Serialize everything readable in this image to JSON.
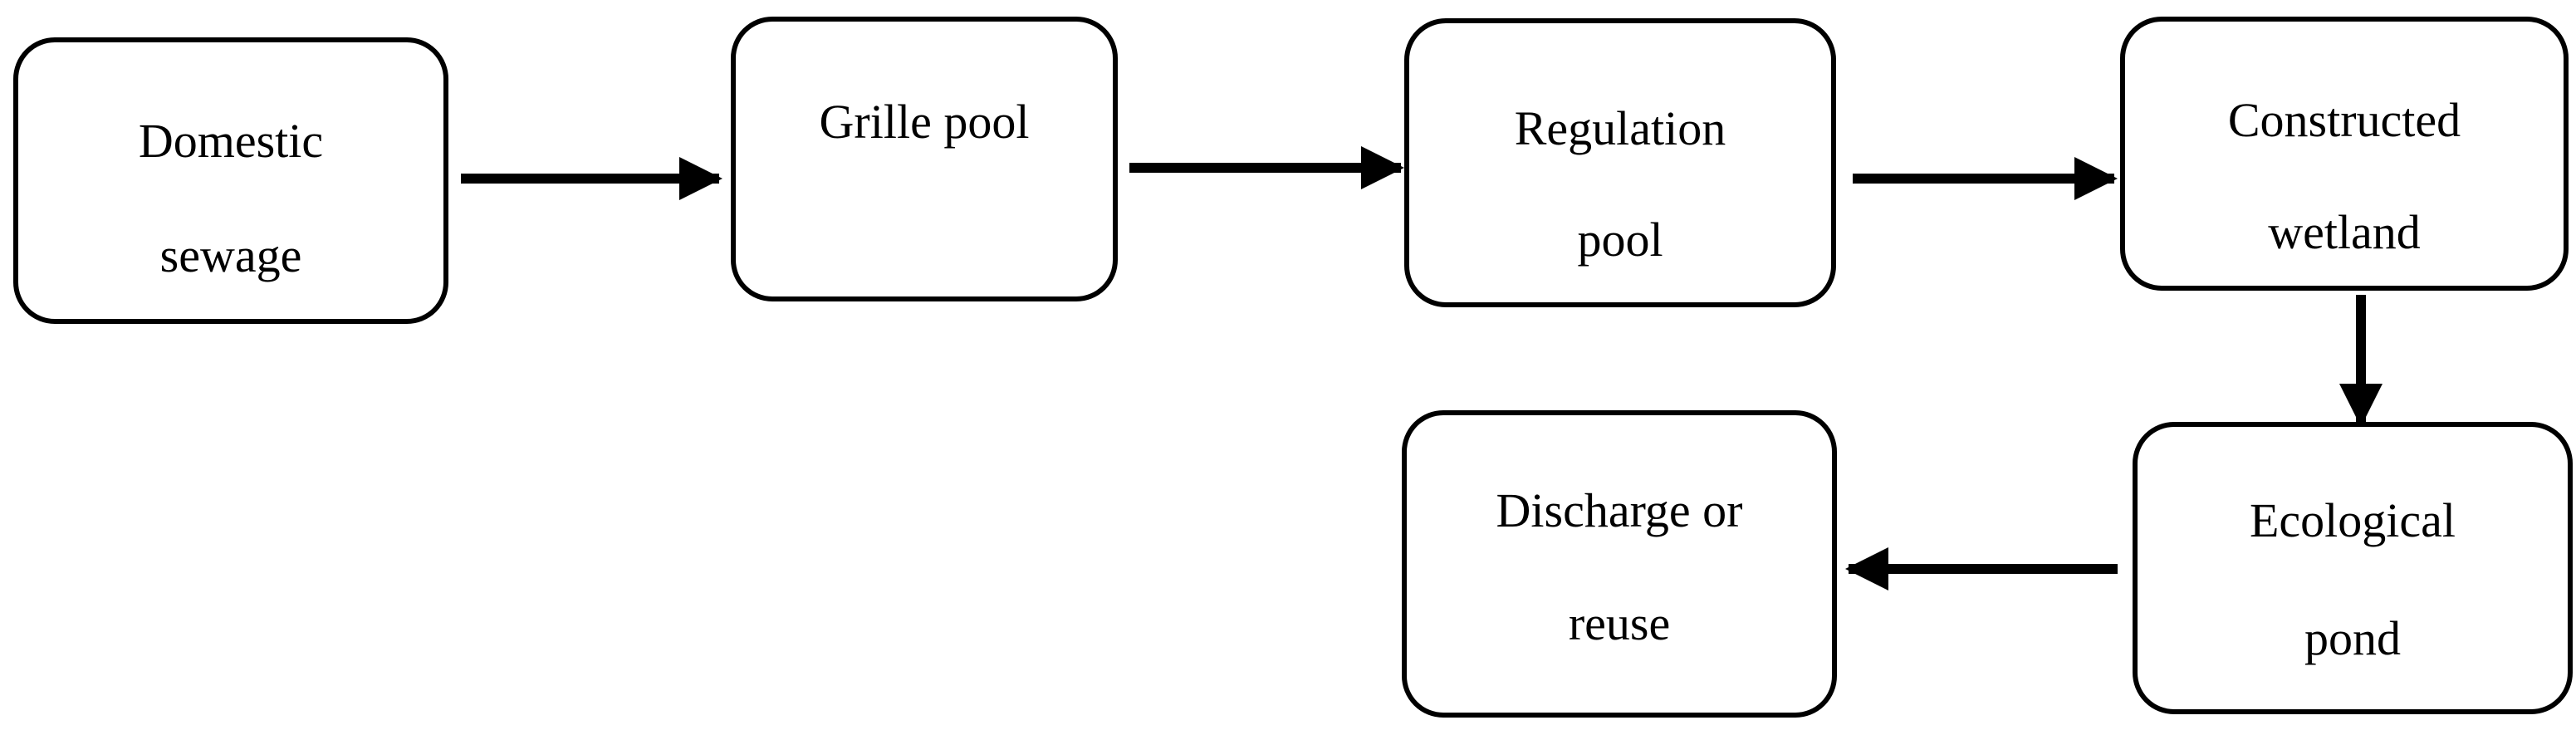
{
  "diagram": {
    "nodes": {
      "domestic_sewage": {
        "line1": "Domestic",
        "line2": "sewage"
      },
      "grille_pool": {
        "line1": "Grille pool"
      },
      "regulation_pool": {
        "line1": "Regulation",
        "line2": "pool"
      },
      "constructed_wetland": {
        "line1": "Constructed",
        "line2": "wetland"
      },
      "ecological_pond": {
        "line1": "Ecological",
        "line2": "pond"
      },
      "discharge_or_reuse": {
        "line1": "Discharge or",
        "line2": "reuse"
      }
    },
    "edges": [
      {
        "from": "domestic_sewage",
        "to": "grille_pool"
      },
      {
        "from": "grille_pool",
        "to": "regulation_pool"
      },
      {
        "from": "regulation_pool",
        "to": "constructed_wetland"
      },
      {
        "from": "constructed_wetland",
        "to": "ecological_pond"
      },
      {
        "from": "ecological_pond",
        "to": "discharge_or_reuse"
      }
    ],
    "colors": {
      "stroke": "#000000",
      "background": "#ffffff"
    }
  }
}
